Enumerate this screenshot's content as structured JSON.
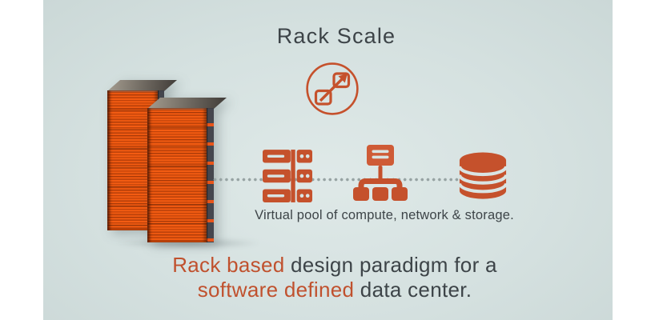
{
  "slide": {
    "title": "Rack Scale",
    "caption": "Virtual pool of compute, network & storage.",
    "tagline": {
      "line1_highlight": "Rack based",
      "line1_rest": " design paradigm for a",
      "line2_highlight": "software defined",
      "line2_rest": " data center."
    },
    "icons": {
      "badge": "scale-expand-icon",
      "compute": "compute-servers-icon",
      "network": "network-topology-icon",
      "storage": "storage-database-icon"
    },
    "colors": {
      "panel_background": "#d6e1e0",
      "accent_orange": "#c5512c",
      "accent_orange_light": "#cf5b36",
      "rack_orange": "#e8510f",
      "rack_rail_dark": "#45464e",
      "text_dark": "#3d4448",
      "highlight_orange": "#c0512e",
      "dot_gray": "#97a3a3"
    }
  }
}
